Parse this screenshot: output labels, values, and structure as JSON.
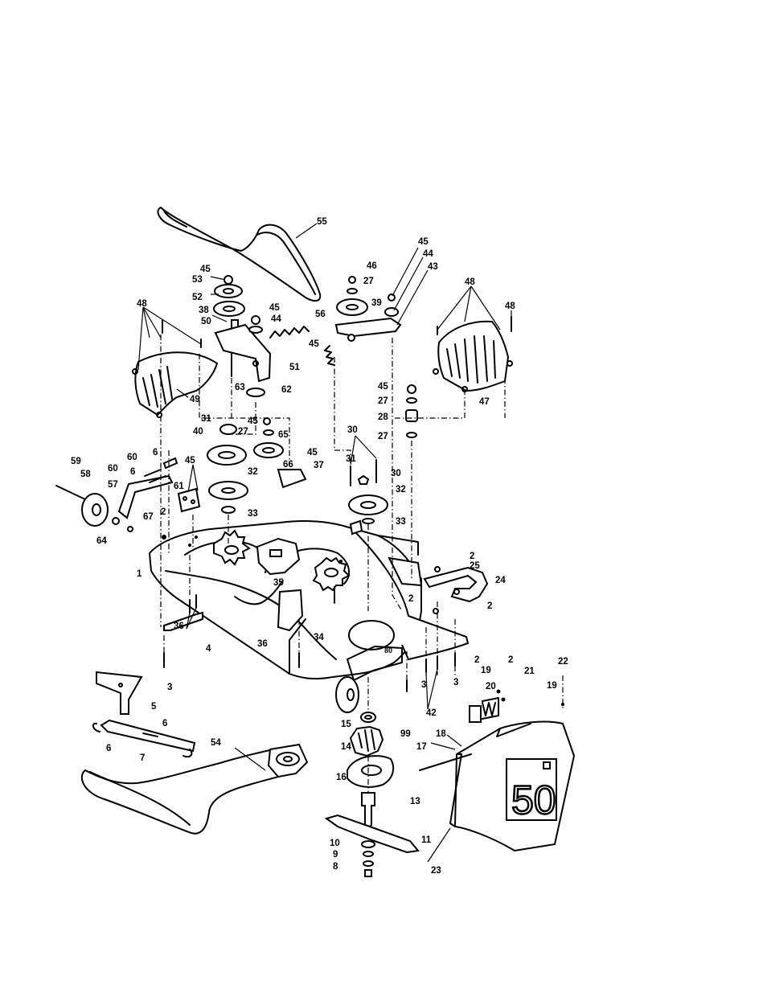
{
  "decal_text": "50",
  "callouts": {
    "c55": "55",
    "c45a": "45",
    "c53": "53",
    "c52": "52",
    "c38": "38",
    "c50": "50",
    "c45b": "45",
    "c44a": "44",
    "c56": "56",
    "c46": "46",
    "c27a": "27",
    "c39": "39",
    "c45c": "45",
    "c44b": "44",
    "c43": "43",
    "c45d": "45",
    "c51": "51",
    "c48a": "48",
    "c49": "49",
    "c63": "63",
    "c62": "62",
    "c48b": "48",
    "c48c": "48",
    "c47": "47",
    "c45e": "45",
    "c27b": "27",
    "c28": "28",
    "c27c": "27",
    "c31a": "31",
    "c45f": "45",
    "c27d": "27",
    "c65": "65",
    "c40": "40",
    "c66": "66",
    "c45g": "45",
    "c37": "37",
    "c32a": "32",
    "c33a": "33",
    "c30a": "30",
    "c31b": "31",
    "c30b": "30",
    "c32b": "32",
    "c33b": "33",
    "c6a": "6",
    "c60a": "60",
    "c6b": "6",
    "c60b": "60",
    "c45h": "45",
    "c59": "59",
    "c58": "58",
    "c57": "57",
    "c61": "61",
    "c67": "67",
    "c64": "64",
    "c2a": "2",
    "c1": "1",
    "c35": "35",
    "c36a": "36",
    "c4": "4",
    "c36b": "36",
    "c3a": "3",
    "c34": "34",
    "c2b": "2",
    "c25": "25",
    "c24": "24",
    "c2c": "2",
    "c2d": "2",
    "c3b": "3",
    "c3c": "3",
    "c42": "42",
    "c99": "99",
    "c5": "5",
    "c6c": "6",
    "c6d": "6",
    "c7": "7",
    "c54": "54",
    "c15": "15",
    "c14": "14",
    "c16": "16",
    "c13": "13",
    "c11": "11",
    "c10": "10",
    "c9": "9",
    "c8": "8",
    "c2e": "2",
    "c19a": "19",
    "c2f": "2",
    "c21": "21",
    "c22": "22",
    "c20": "20",
    "c19b": "19",
    "c18": "18",
    "c17": "17",
    "c23": "23"
  }
}
